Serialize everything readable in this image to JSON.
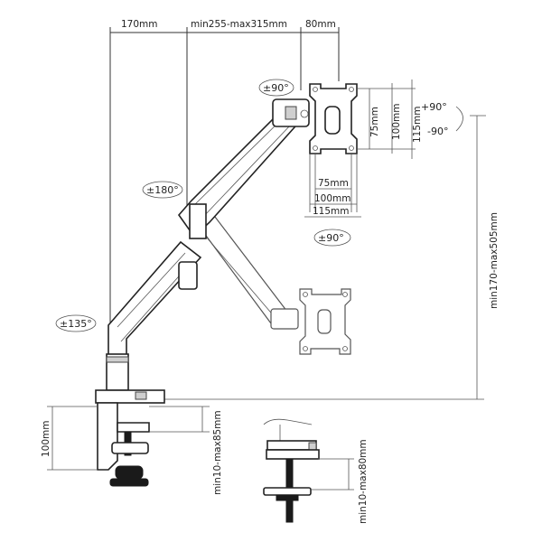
{
  "dimensions": {
    "arm_offset": "170mm",
    "arm_reach": "min255-max315mm",
    "plate_offset": "80mm",
    "vesa_75_vertical": "75mm",
    "vesa_100_vertical": "100mm",
    "vesa_115_vertical": "115mm",
    "vesa_75_horizontal": "75mm",
    "vesa_100_horizontal": "100mm",
    "vesa_115_horizontal": "115mm",
    "height_range": "min170-max505mm",
    "clamp_height": "100mm",
    "clamp_desk_thickness": "min10-max85mm",
    "grommet_desk_thickness": "min10-max80mm"
  },
  "angles": {
    "swivel_top": "±90°",
    "tilt_up": "+90°",
    "tilt_down": "-90°",
    "elbow_rotation": "±180°",
    "rotation_plate": "±90°",
    "base_rotation": "±135°"
  },
  "colors": {
    "line": "#333333",
    "fill": "#ffffff",
    "accent": "#1a1a1a"
  }
}
